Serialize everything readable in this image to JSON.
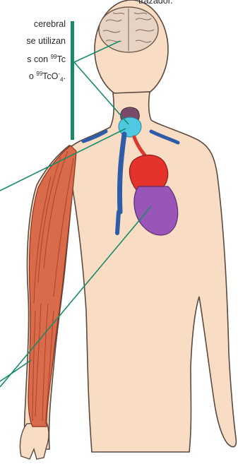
{
  "caption": {
    "top_fragment": "trazador.",
    "line1": "cerebral",
    "line2": "se utilizan",
    "line3_prefix": "s con ",
    "line3_sup": "99",
    "line3_suffix": "Tc",
    "line4_prefix": "o ",
    "line4_sup": "99",
    "line4_mid": "TcO",
    "line4_sup2": "-",
    "line4_sub": "4",
    "line4_end": "."
  },
  "colors": {
    "callout_bar": "#1a8a6a",
    "leader_line": "#1a8a6a",
    "skin": "#f9dcc4",
    "outline": "#5a4a40",
    "muscle": "#d96a4a",
    "muscle_dark": "#a8452c",
    "heart": "#e5322a",
    "heart_ventricle": "#9a55b8",
    "thyroid": "#4fc8e0",
    "vein": "#2e5ca8",
    "artery": "#d83a2e",
    "brain": "#e7d3c4"
  },
  "icons": [
    "brain-icon",
    "thyroid-icon",
    "heart-icon",
    "muscle-arm-icon"
  ]
}
